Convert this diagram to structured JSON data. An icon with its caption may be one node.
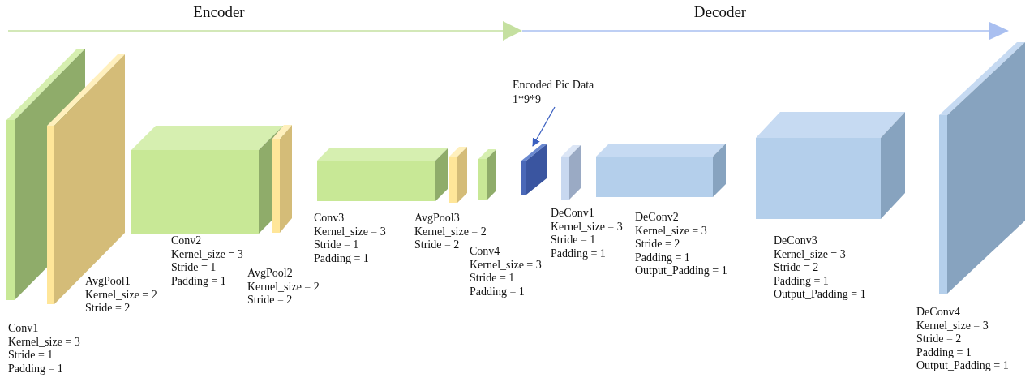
{
  "diagram": {
    "nodes": [
      {
        "text": [],
        "shape": "box",
        "beside": [
          "Conv1",
          "Kernel_size = 3",
          "Stride = 1",
          "Padding = 1"
        ]
      },
      {
        "text": [],
        "shape": "box",
        "beside": [
          "AvgPool1",
          "Kernel_size = 2",
          "Stride = 2"
        ]
      },
      {
        "text": [],
        "shape": "box",
        "beside": [
          "Conv2",
          "Kernel_size = 3",
          "Stride = 1",
          "Padding = 1"
        ]
      },
      {
        "text": [],
        "shape": "box",
        "beside": [
          "AvgPool2",
          "Kernel_size = 2",
          "Stride = 2"
        ]
      },
      {
        "text": [],
        "shape": "box",
        "beside": [
          "Conv3",
          "Kernel_size = 3",
          "Stride = 1",
          "Padding = 1"
        ]
      },
      {
        "text": [],
        "shape": "box",
        "beside": [
          "AvgPool3",
          "Kernel_size = 2",
          "Stride = 2"
        ]
      },
      {
        "text": [],
        "shape": "box",
        "beside": [
          "Conv4",
          "Kernel_size = 3",
          "Stride = 1",
          "Padding = 1"
        ]
      },
      {
        "text": [
          "Encoded Pic Data",
          "1*9*9"
        ]
      },
      {
        "text": [],
        "shape": "box"
      },
      {
        "text": [],
        "shape": "box",
        "beside": [
          "DeConv1",
          "Kernel_size = 3",
          "Stride = 1",
          "Padding = 1"
        ]
      },
      {
        "text": [],
        "shape": "box",
        "beside": [
          "DeConv2",
          "Kernel_size = 3",
          "Stride = 2",
          "Padding = 1",
          "Output_Padding = 1"
        ]
      },
      {
        "text": [],
        "shape": "box",
        "beside": [
          "DeConv3",
          "Kernel_size = 3",
          "Stride = 2",
          "Padding = 1",
          "Output_Padding = 1"
        ]
      },
      {
        "text": [],
        "shape": "box",
        "beside": [
          "DeConv4",
          "Kernel_size = 3",
          "Stride = 2",
          "Padding = 1",
          "Output_Padding = 1"
        ]
      }
    ],
    "edges": [
      {
        "from": 7,
        "to": 8,
        "arrow": "to"
      }
    ],
    "labels": [
      "Encoder",
      "Decoder"
    ]
  }
}
